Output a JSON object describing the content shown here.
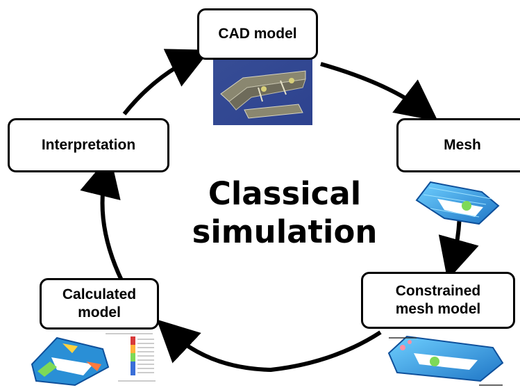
{
  "diagram": {
    "center_title_line1": "Classical",
    "center_title_line2": "simulation",
    "nodes": [
      {
        "label": "CAD model"
      },
      {
        "label": "Mesh"
      },
      {
        "label_line1": "Constrained",
        "label_line2": "mesh model"
      },
      {
        "label_line1": "Calculated",
        "label_line2": "model"
      },
      {
        "label": "Interpretation"
      }
    ]
  },
  "colors": {
    "arrow": "#000000",
    "cad_background": "#2f3b87",
    "mesh_blue": "#2a8fd6",
    "mesh_light": "#8fd4f5"
  }
}
